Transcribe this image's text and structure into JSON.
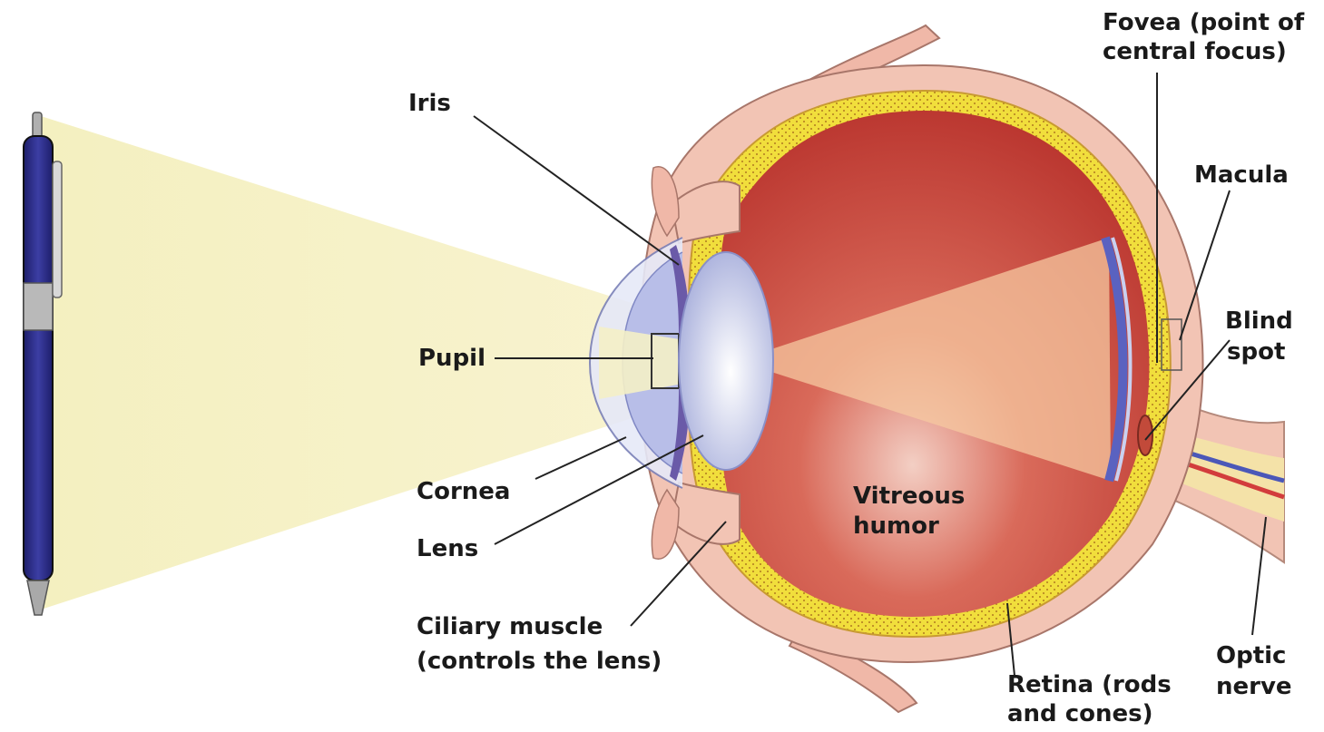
{
  "labels": {
    "iris": "Iris",
    "pupil": "Pupil",
    "cornea": "Cornea",
    "lens": "Lens",
    "ciliary_1": "Ciliary muscle",
    "ciliary_2": "(controls the lens)",
    "fovea_1": "Fovea (point of",
    "fovea_2": "central focus)",
    "macula": "Macula",
    "blind_1": "Blind",
    "blind_2": "spot",
    "vitreous_1": "Vitreous",
    "vitreous_2": "humor",
    "retina_1": "Retina (rods",
    "retina_2": "and cones)",
    "optic_1": "Optic",
    "optic_2": "nerve"
  },
  "colors": {
    "sclera": "#f2c4b4",
    "choroid": "#f0dd3a",
    "vitreous": "#c9423a",
    "lens": "#cfd4ec",
    "light_cone": "#f6f2c4",
    "pen_body": "#2e2f8a"
  }
}
